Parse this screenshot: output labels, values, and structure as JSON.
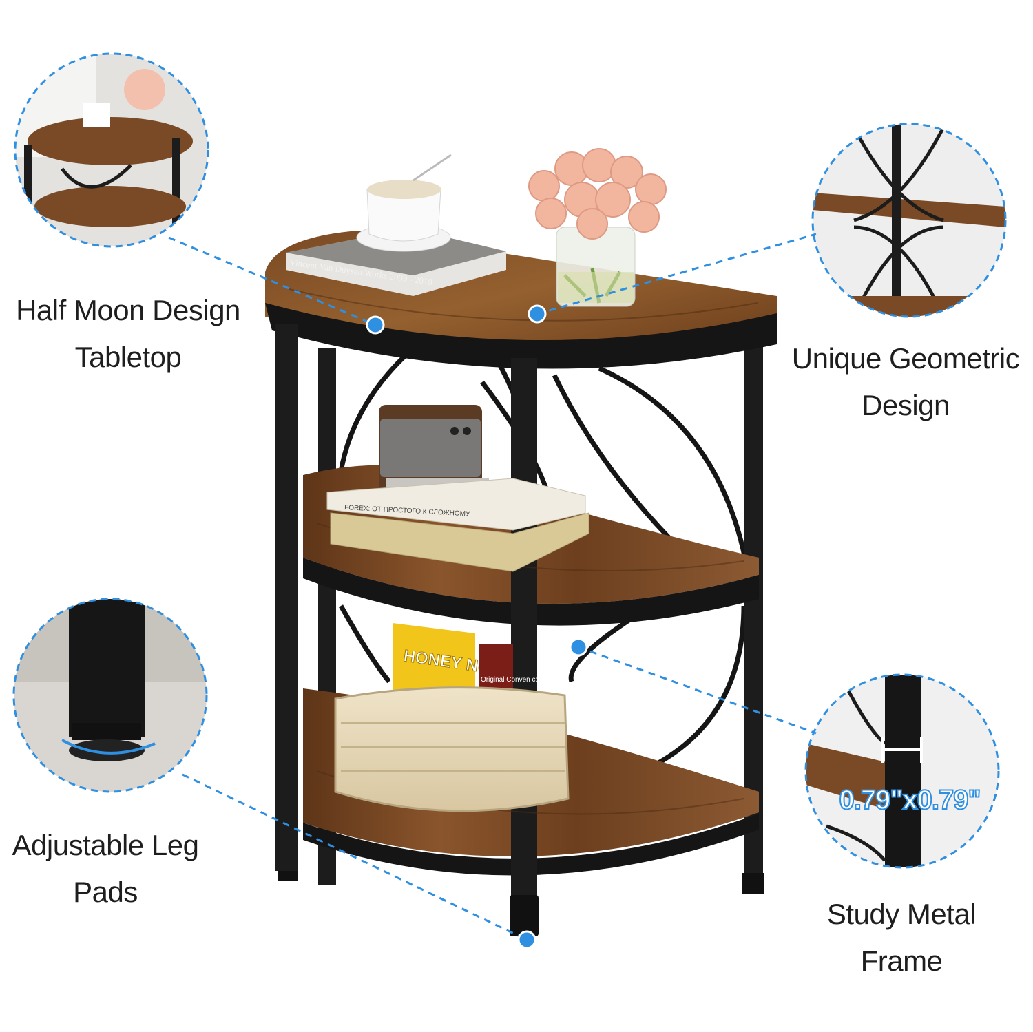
{
  "features": {
    "half_moon": {
      "line1": "Half Moon Design",
      "line2": "Tabletop"
    },
    "geometric": {
      "line1": "Unique Geometric",
      "line2": "Design"
    },
    "leg_pads": {
      "line1": "Adjustable Leg",
      "line2": "Pads"
    },
    "metal_frame": {
      "line1": "Study Metal",
      "line2": "Frame"
    }
  },
  "frame_dimension": "0.79\"x0.79\"",
  "props": {
    "book_top_title": "Vincent Van Duysen  Works 2009 - 2018",
    "snack_bag_text": "HONEY NUTS",
    "coffee_box_text": "Original Conven coffee",
    "book_shelf_text": "FOREX: ОТ ПРОСТОГО К СЛОЖНОМУ"
  },
  "colors": {
    "wood": "#7a4a26",
    "metal": "#1a1a1a",
    "callout": "#2f8fe0"
  },
  "icons": [
    "zoom-detail-icon",
    "callout-dot-icon"
  ]
}
